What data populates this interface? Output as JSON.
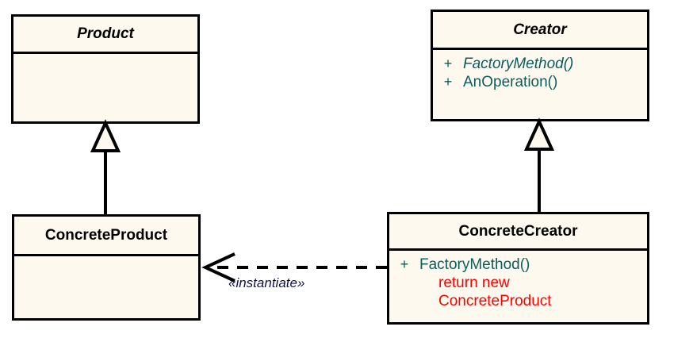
{
  "diagram": {
    "title": "Factory Method pattern UML class diagram",
    "type": "uml-class-diagram",
    "background_color": "#FFFFFF",
    "class_fill_color": "#FDF9EF",
    "class_border_color": "#000000",
    "member_text_color": "#0D5C5C",
    "note_text_color": "#FF0000",
    "stereotype_text_color": "#11114A"
  },
  "classes": {
    "product": {
      "name": "Product",
      "abstract": true,
      "members": []
    },
    "creator": {
      "name": "Creator",
      "abstract": true,
      "members": [
        {
          "visibility": "+",
          "signature": "FactoryMethod()",
          "abstract": true
        },
        {
          "visibility": "+",
          "signature": "AnOperation()",
          "abstract": false
        }
      ]
    },
    "concrete_product": {
      "name": "ConcreteProduct",
      "abstract": false,
      "members": []
    },
    "concrete_creator": {
      "name": "ConcreteCreator",
      "abstract": false,
      "members": [
        {
          "visibility": "+",
          "signature": "FactoryMethod()",
          "abstract": false
        }
      ],
      "notes": [
        "return new",
        "ConcreteProduct"
      ]
    }
  },
  "relationships": {
    "product_generalization": {
      "kind": "generalization",
      "from": "ConcreteProduct",
      "to": "Product"
    },
    "creator_generalization": {
      "kind": "generalization",
      "from": "ConcreteCreator",
      "to": "Creator"
    },
    "instantiate_dependency": {
      "kind": "dependency",
      "from": "ConcreteCreator",
      "to": "ConcreteProduct",
      "stereotype": "«instantiate»"
    }
  }
}
